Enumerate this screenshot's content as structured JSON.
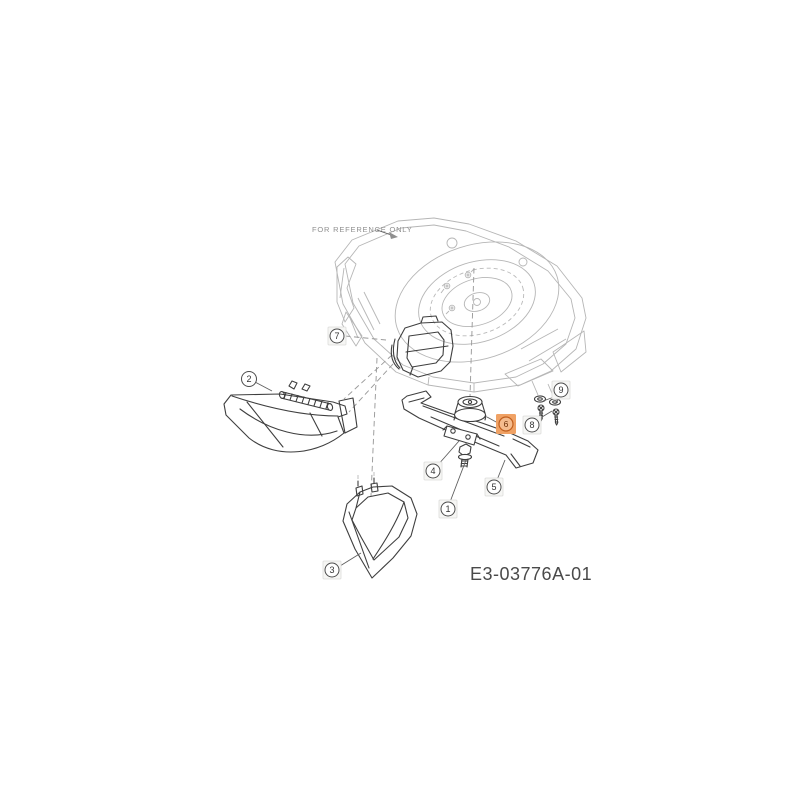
{
  "diagram": {
    "reference_note": "FOR REFERENCE ONLY",
    "drawing_number": "E3-03776A-01",
    "highlight": {
      "fill": "#f0a265",
      "ring": "#c05f1e",
      "circle_fill": "#f5bc8e",
      "number_color": "#6b3008"
    },
    "callouts": [
      {
        "number": "1",
        "highlighted": false
      },
      {
        "number": "2",
        "highlighted": false
      },
      {
        "number": "3",
        "highlighted": false
      },
      {
        "number": "4",
        "highlighted": false
      },
      {
        "number": "5",
        "highlighted": false
      },
      {
        "number": "6",
        "highlighted": true
      },
      {
        "number": "7",
        "highlighted": false
      },
      {
        "number": "8",
        "highlighted": false
      },
      {
        "number": "9",
        "highlighted": false
      }
    ]
  }
}
